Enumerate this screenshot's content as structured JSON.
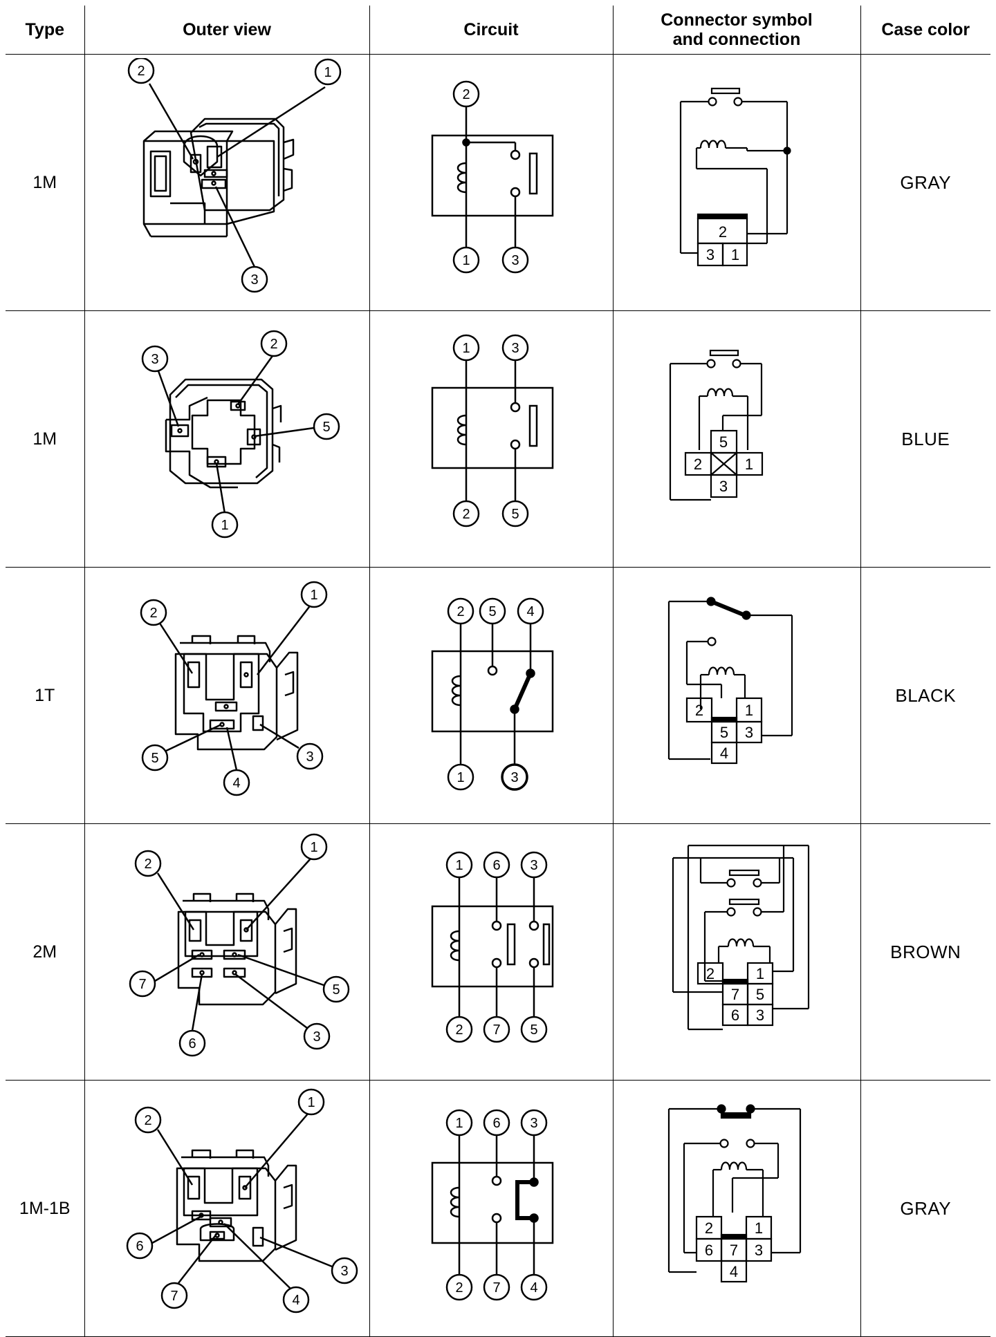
{
  "headers": {
    "type": "Type",
    "outer_view": "Outer view",
    "circuit": "Circuit",
    "connector_line1": "Connector symbol",
    "connector_line2": "and connection",
    "case_color": "Case color"
  },
  "rows": [
    {
      "type": "1M",
      "case_color": "GRAY",
      "outer_labels": [
        "2",
        "1",
        "3"
      ],
      "circuit_top": [
        "2"
      ],
      "circuit_bottom": [
        "1",
        "3"
      ],
      "connector_terminals": [
        "2",
        "3",
        "1"
      ]
    },
    {
      "type": "1M",
      "case_color": "BLUE",
      "outer_labels": [
        "2",
        "3",
        "5",
        "1"
      ],
      "circuit_top": [
        "1",
        "3"
      ],
      "circuit_bottom": [
        "2",
        "5"
      ],
      "connector_terminals": [
        "5",
        "2",
        "1",
        "3"
      ]
    },
    {
      "type": "1T",
      "case_color": "BLACK",
      "outer_labels": [
        "1",
        "2",
        "5",
        "4",
        "3"
      ],
      "circuit_top": [
        "2",
        "5",
        "4"
      ],
      "circuit_bottom": [
        "1",
        "3"
      ],
      "connector_terminals": [
        "2",
        "1",
        "5",
        "3",
        "4"
      ]
    },
    {
      "type": "2M",
      "case_color": "BROWN",
      "outer_labels": [
        "2",
        "1",
        "7",
        "5",
        "6",
        "3"
      ],
      "circuit_top": [
        "1",
        "6",
        "3"
      ],
      "circuit_bottom": [
        "2",
        "7",
        "5"
      ],
      "connector_terminals": [
        "2",
        "1",
        "7",
        "5",
        "6",
        "3"
      ]
    },
    {
      "type": "1M-1B",
      "case_color": "GRAY",
      "outer_labels": [
        "2",
        "1",
        "6",
        "3",
        "7",
        "4"
      ],
      "circuit_top": [
        "1",
        "6",
        "3"
      ],
      "circuit_bottom": [
        "2",
        "7",
        "4"
      ],
      "connector_terminals": [
        "2",
        "1",
        "6",
        "7",
        "3",
        "4"
      ]
    }
  ]
}
